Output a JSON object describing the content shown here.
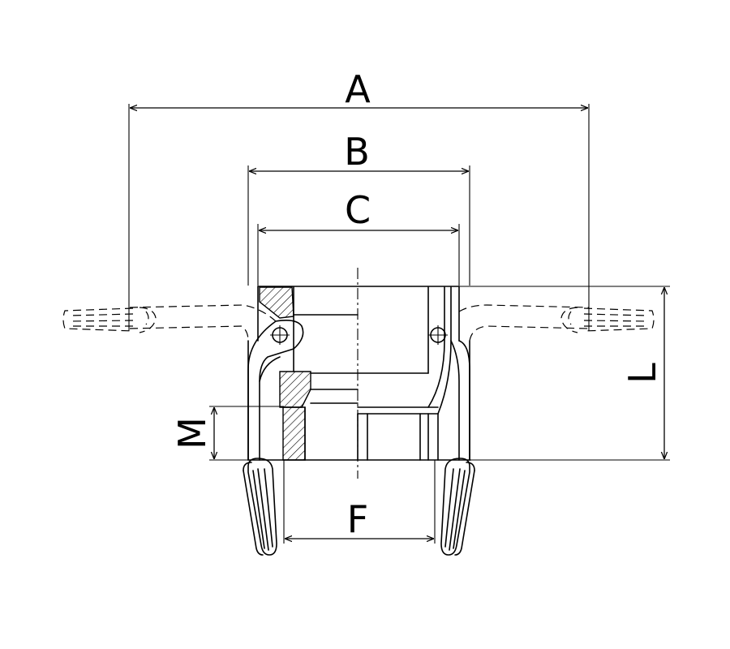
{
  "dimension_labels": {
    "A": "A",
    "B": "B",
    "C": "C",
    "L": "L",
    "M": "M",
    "F": "F"
  }
}
